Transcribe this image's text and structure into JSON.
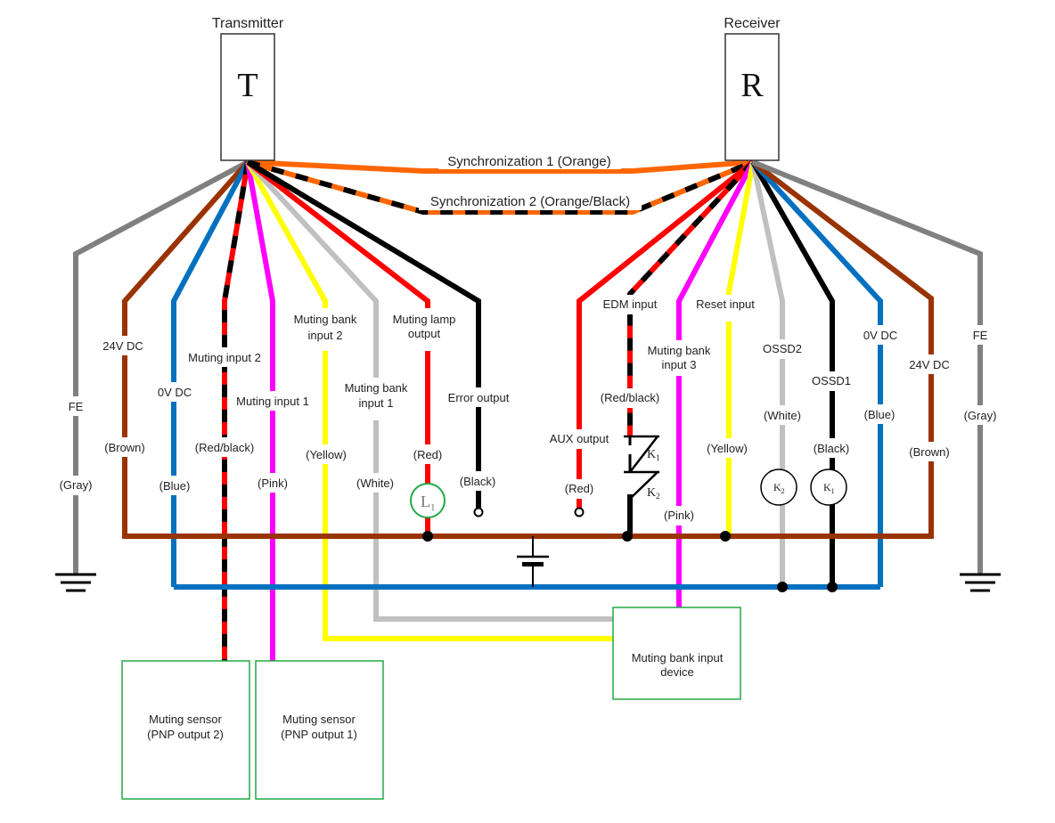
{
  "transmitter": {
    "heading": "Transmitter",
    "symbol": "T"
  },
  "receiver": {
    "heading": "Receiver",
    "symbol": "R"
  },
  "sync": {
    "sync1": "Synchronization 1 (Orange)",
    "sync2": "Synchronization 2 (Orange/Black)"
  },
  "tx_wires": {
    "fe": {
      "label": "FE",
      "color": "(Gray)"
    },
    "v24": {
      "label": "24V DC",
      "color": "(Brown)"
    },
    "v0": {
      "label": "0V DC",
      "color": "(Blue)"
    },
    "mute2": {
      "label": "Muting input 2",
      "color": "(Red/black)"
    },
    "mute1": {
      "label": "Muting input 1",
      "color": "(Pink)"
    },
    "bank2": {
      "label_line1": "Muting bank",
      "label_line2": "input 2",
      "color": "(Yellow)"
    },
    "bank1": {
      "label_line1": "Muting bank",
      "label_line2": "input 1",
      "color": "(White)"
    },
    "lamp": {
      "label_line1": "Muting lamp",
      "label_line2": "output",
      "color": "(Red)",
      "symbol": "L",
      "symbol_sub": "1"
    },
    "error": {
      "label": "Error output",
      "color": "(Black)"
    }
  },
  "rx_wires": {
    "aux": {
      "label": "AUX output",
      "color": "(Red)"
    },
    "edm": {
      "label": "EDM input",
      "color": "(Red/black)",
      "k1": "K",
      "k1_sub": "1",
      "k2": "K",
      "k2_sub": "2"
    },
    "bank3": {
      "label_line1": "Muting bank",
      "label_line2": "input 3",
      "color": "(Pink)"
    },
    "reset": {
      "label": "Reset input",
      "color": "(Yellow)"
    },
    "ossd2": {
      "label": "OSSD2",
      "color": "(White)",
      "coil": "K",
      "coil_sub": "2"
    },
    "ossd1": {
      "label": "OSSD1",
      "color": "(Black)",
      "coil": "K",
      "coil_sub": "1"
    },
    "v0": {
      "label": "0V DC",
      "color": "(Blue)"
    },
    "v24": {
      "label": "24V DC",
      "color": "(Brown)"
    },
    "fe": {
      "label": "FE",
      "color": "(Gray)"
    }
  },
  "devices": {
    "sensor2": {
      "line1": "Muting sensor",
      "line2": "(PNP output 2)"
    },
    "sensor1": {
      "line1": "Muting sensor",
      "line2": "(PNP output 1)"
    },
    "bank_device": {
      "line1": "Muting bank input",
      "line2": "device"
    }
  },
  "colors": {
    "gray": "#808080",
    "brown": "#993300",
    "blue": "#0070c0",
    "red": "#ff0000",
    "black": "#000000",
    "pink": "#ff00ff",
    "yellow": "#ffff00",
    "white_wire": "#c0c0c0",
    "orange": "#ff6600",
    "green_box": "#22a845"
  }
}
